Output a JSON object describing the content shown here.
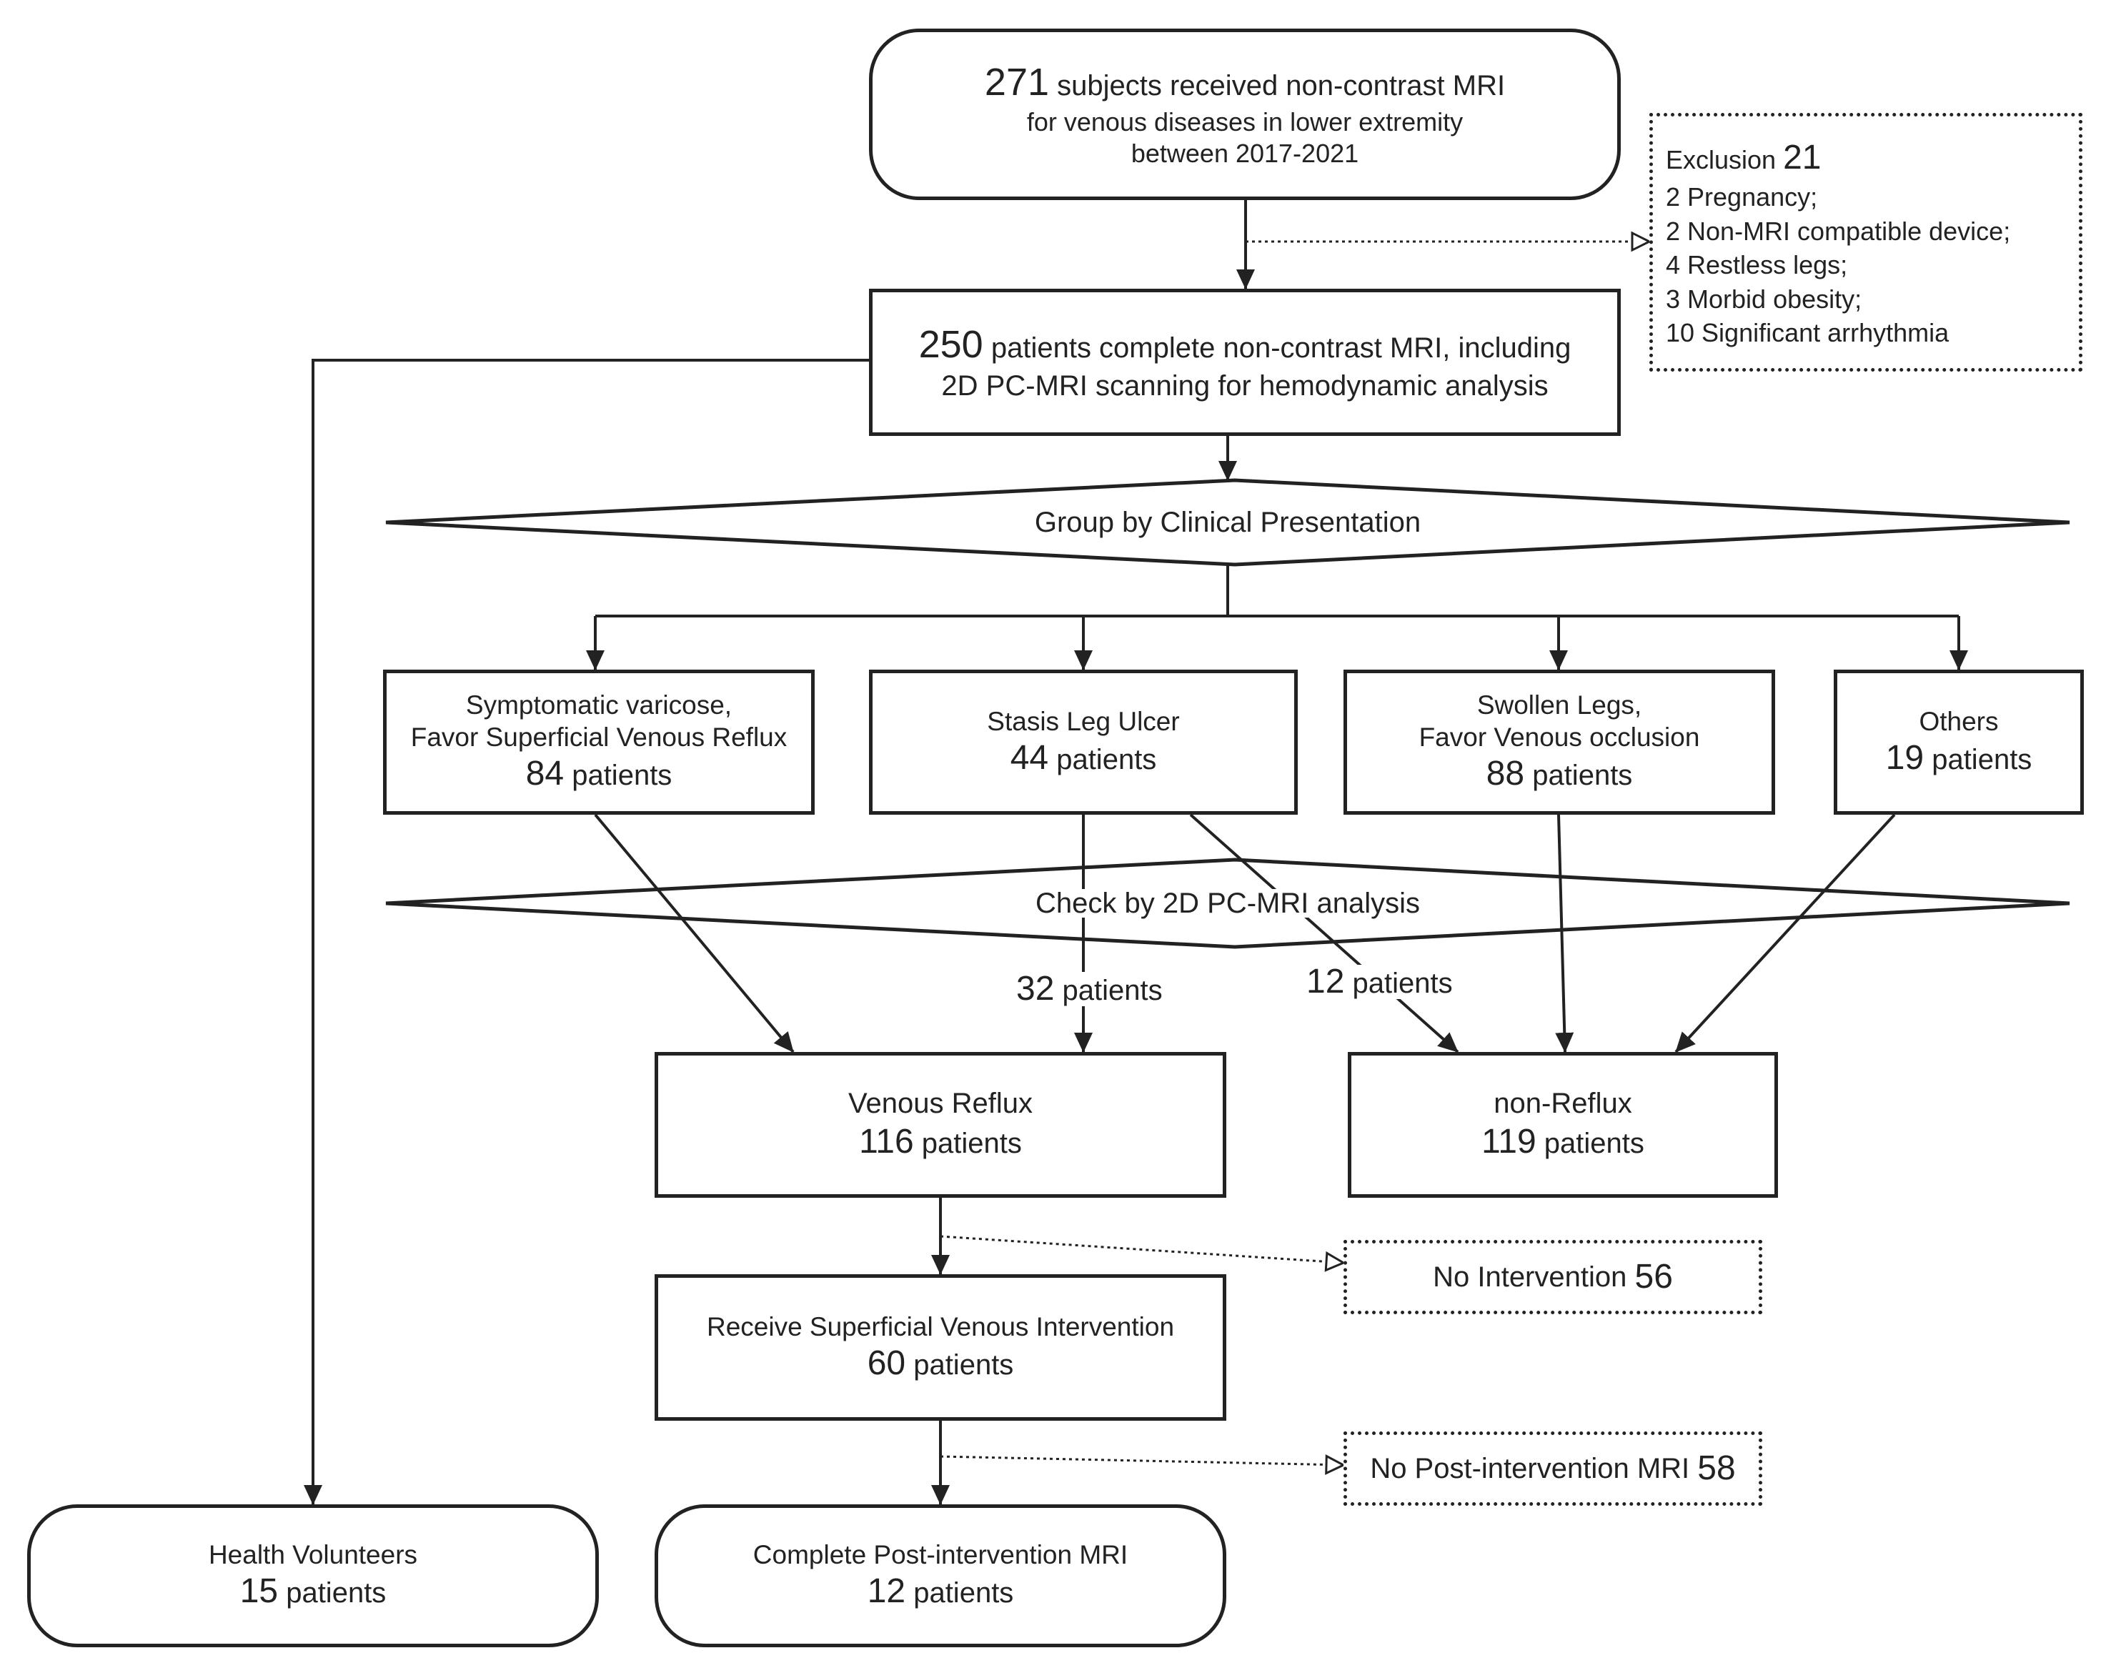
{
  "start": {
    "count": "271",
    "line1_rest": "subjects received non-contrast MRI",
    "line2": "for venous diseases in lower extremity",
    "line3": "between 2017-2021"
  },
  "exclusion": {
    "label": "Exclusion",
    "count": "21",
    "items": [
      "2 Pregnancy;",
      "2 Non-MRI compatible device;",
      "4 Restless legs;",
      "3 Morbid obesity;",
      "10 Significant arrhythmia"
    ]
  },
  "complete": {
    "count": "250",
    "line1_rest": "patients complete non-contrast MRI, including",
    "line2": "2D PC-MRI scanning for hemodynamic analysis"
  },
  "group_decision": "Group by Clinical Presentation",
  "groups": [
    {
      "line1": "Symptomatic varicose,",
      "line2": "Favor Superficial Venous Reflux",
      "count": "84",
      "unit": "patients"
    },
    {
      "line1": "Stasis Leg Ulcer",
      "line2": "",
      "count": "44",
      "unit": "patients"
    },
    {
      "line1": "Swollen Legs,",
      "line2": "Favor Venous occlusion",
      "count": "88",
      "unit": "patients"
    },
    {
      "line1": "Others",
      "line2": "",
      "count": "19",
      "unit": "patients"
    }
  ],
  "check_decision": "Check by 2D PC-MRI analysis",
  "split_labels": {
    "left_count": "32",
    "left_unit": "patients",
    "right_count": "12",
    "right_unit": "patients"
  },
  "reflux": {
    "title": "Venous Reflux",
    "count": "116",
    "unit": "patients"
  },
  "non_reflux": {
    "title": "non-Reflux",
    "count": "119",
    "unit": "patients"
  },
  "no_intervention": {
    "label": "No Intervention",
    "count": "56"
  },
  "intervention": {
    "title": "Receive Superficial Venous Intervention",
    "count": "60",
    "unit": "patients"
  },
  "no_post_mri": {
    "label": "No Post-intervention MRI",
    "count": "58"
  },
  "post_mri": {
    "title": "Complete Post-intervention MRI",
    "count": "12",
    "unit": "patients"
  },
  "volunteers": {
    "title": "Health Volunteers",
    "count": "15",
    "unit": "patients"
  }
}
